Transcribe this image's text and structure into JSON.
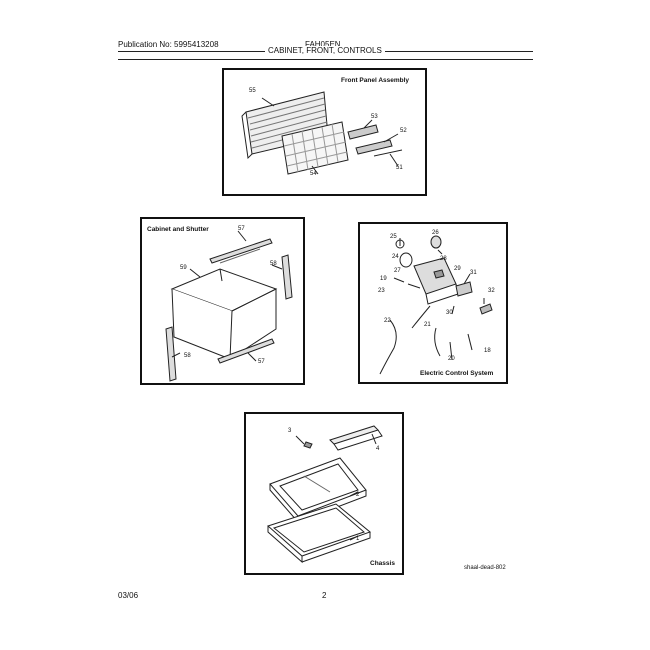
{
  "header": {
    "publication": "Publication No: 5995413208",
    "model": "FAH05EN",
    "section_title": "CABINET, FRONT, CONTROLS"
  },
  "panels": {
    "front": {
      "title": "Front Panel Assembly",
      "callouts": [
        "55",
        "53",
        "52",
        "54",
        "51"
      ]
    },
    "cabinet": {
      "title": "Cabinet and Shutter",
      "callouts": [
        "57",
        "59",
        "58",
        "58",
        "57"
      ]
    },
    "electric": {
      "title": "Electric Control System",
      "callouts": [
        "25",
        "26",
        "24",
        "28",
        "27",
        "29",
        "31",
        "19",
        "23",
        "32",
        "30",
        "22",
        "21",
        "20",
        "18"
      ]
    },
    "chassis": {
      "title": "Chassis",
      "callouts": [
        "3",
        "4",
        "2",
        "1"
      ]
    }
  },
  "drawing_code": "shaal-dead-802",
  "footer": {
    "date": "03/06",
    "page": "2"
  }
}
